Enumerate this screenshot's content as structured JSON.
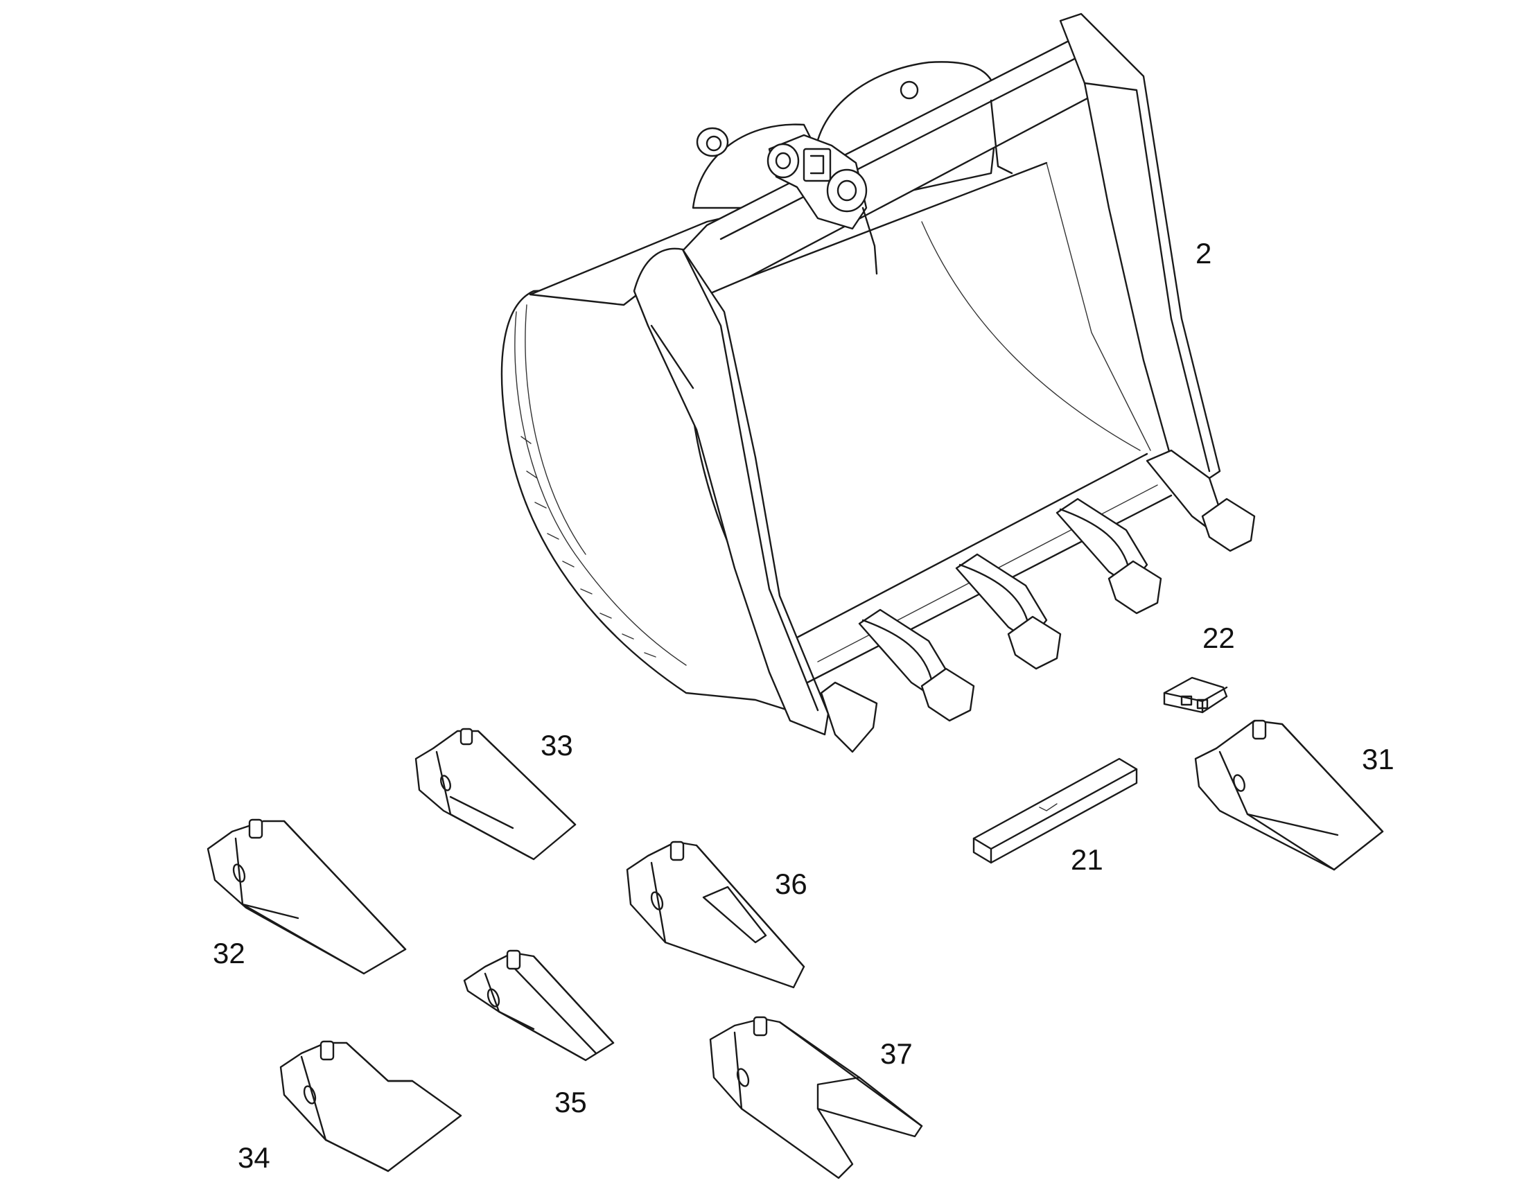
{
  "callouts": {
    "bucket": "2",
    "cutting_edge": "21",
    "retainer_lock": "22",
    "tooth_standard": "31",
    "tooth_long": "32",
    "tooth_short": "33",
    "tooth_flare": "34",
    "tooth_rock_chisel": "35",
    "tooth_penetration": "36",
    "tooth_twin_tiger": "37"
  }
}
